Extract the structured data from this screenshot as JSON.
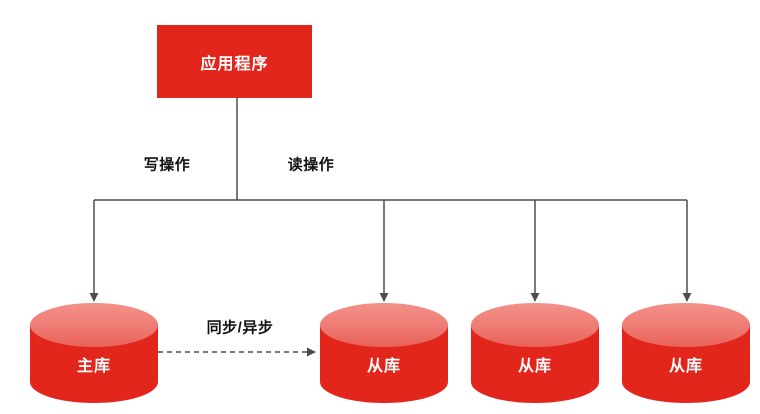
{
  "diagram": {
    "title_hint": "database read-write splitting replication diagram",
    "application": {
      "label": "应用程序"
    },
    "edges": {
      "write_label": "写操作",
      "read_label": "读操作",
      "sync_label": "同步/异步"
    },
    "databases": [
      {
        "label": "主库"
      },
      {
        "label": "从库"
      },
      {
        "label": "从库"
      },
      {
        "label": "从库"
      }
    ]
  },
  "colors": {
    "red": "#e2261c",
    "cylinder-top": "#ee7b72",
    "line": "#4d4d4d",
    "text": "#111111",
    "background": "#ffffff"
  }
}
